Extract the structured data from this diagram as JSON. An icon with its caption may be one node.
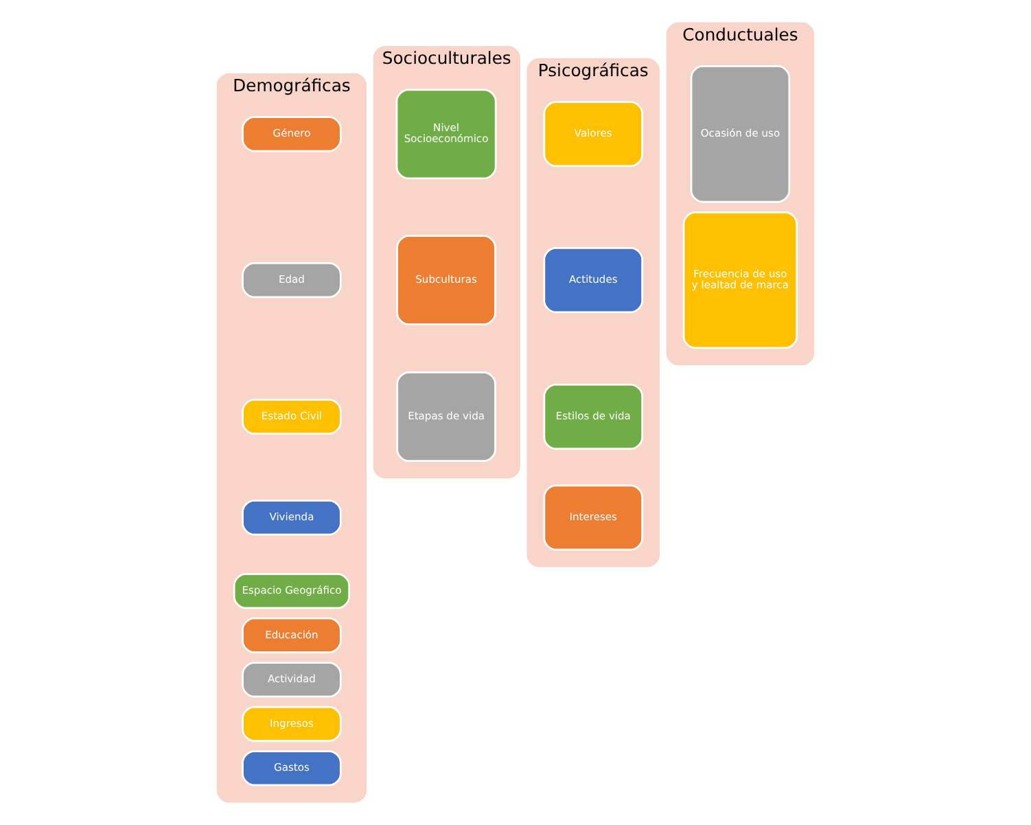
{
  "diagram": {
    "nodes": [
      {
        "text": [
          "Demográficas"
        ]
      },
      {
        "text": [
          "Género"
        ],
        "in": 0
      },
      {
        "text": [
          "Edad"
        ],
        "in": 0
      },
      {
        "text": [
          "Estado Civil"
        ],
        "in": 0
      },
      {
        "text": [
          "Vivienda"
        ],
        "in": 0
      },
      {
        "text": [
          "Espacio Geográfico"
        ],
        "in": 0
      },
      {
        "text": [
          "Educación"
        ],
        "in": 0
      },
      {
        "text": [
          "Actividad"
        ],
        "in": 0
      },
      {
        "text": [
          "Ingresos"
        ],
        "in": 0
      },
      {
        "text": [
          "Gastos"
        ],
        "in": 0
      },
      {
        "text": [
          "Socioculturales"
        ]
      },
      {
        "text": [
          "Nivel Socioeconómico"
        ],
        "in": 10
      },
      {
        "text": [
          "Subculturas"
        ],
        "in": 10
      },
      {
        "text": [
          "Etapas de vida"
        ],
        "in": 10
      },
      {
        "text": [
          "Psicográficas"
        ]
      },
      {
        "text": [
          "Valores"
        ],
        "in": 14
      },
      {
        "text": [
          "Actitudes"
        ],
        "in": 14
      },
      {
        "text": [
          "Estilos de vida"
        ],
        "in": 14
      },
      {
        "text": [
          "Intereses"
        ],
        "in": 14
      },
      {
        "text": [
          "Conductuales"
        ]
      },
      {
        "text": [
          "Ocasión de uso"
        ],
        "in": 19
      },
      {
        "text": [
          "Frecuencia de uso y lealtad de marca"
        ],
        "in": 19
      }
    ],
    "edges": []
  }
}
